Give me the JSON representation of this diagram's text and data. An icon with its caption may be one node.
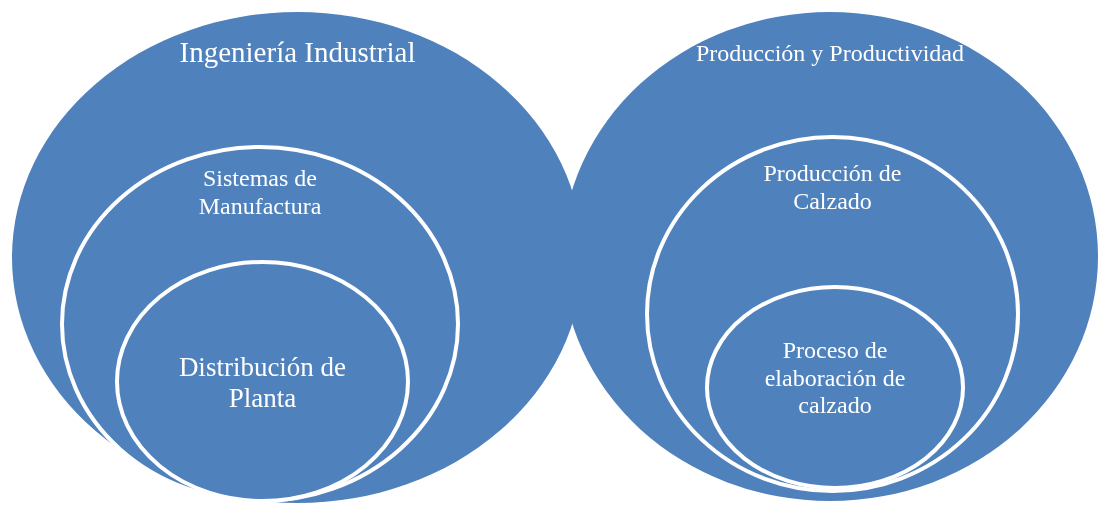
{
  "diagram": {
    "nodes": [
      {
        "text": [
          "Ingeniería Industrial"
        ]
      },
      {
        "text": [
          "Sistemas de Manufactura"
        ],
        "in": 0
      },
      {
        "text": [
          "Distribución de Planta"
        ],
        "in": 1
      },
      {
        "text": [
          "Producción y Productividad"
        ]
      },
      {
        "text": [
          "Producción de Calzado"
        ],
        "in": 3
      },
      {
        "text": [
          "Proceso de elaboración de calzado"
        ],
        "in": 4
      }
    ]
  }
}
